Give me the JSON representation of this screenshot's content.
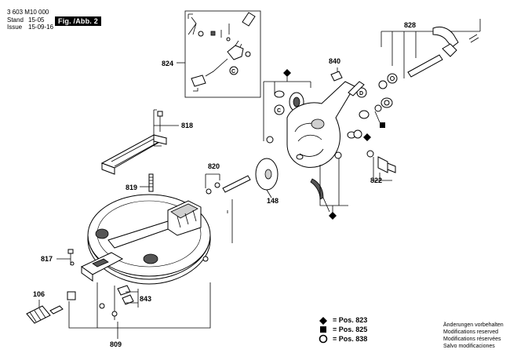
{
  "header": {
    "doc_number": "3 603 M10 000",
    "stand_label": "Stand",
    "stand_value": "15-05",
    "issue_label": "Issue",
    "issue_value": "15-09-16",
    "figure_label": "Fig. /Abb. 2"
  },
  "callouts": {
    "c824": "824",
    "c828": "828",
    "c840": "840",
    "c818": "818",
    "c820": "820",
    "c819": "819",
    "c148": "148",
    "c822": "822",
    "c817": "817",
    "c106": "106",
    "c843": "843",
    "c809": "809"
  },
  "markers": {
    "circle_d": "D",
    "circle_c": "C"
  },
  "legend": [
    {
      "symbol": "diamond",
      "text": "= Pos. 823"
    },
    {
      "symbol": "square",
      "text": "= Pos. 825"
    },
    {
      "symbol": "circle",
      "text": "= Pos. 838"
    }
  ],
  "notes": [
    "Änderungen vorbehalten",
    "Modifications reserved",
    "Modifications réservées",
    "Salvo modificaciones"
  ]
}
